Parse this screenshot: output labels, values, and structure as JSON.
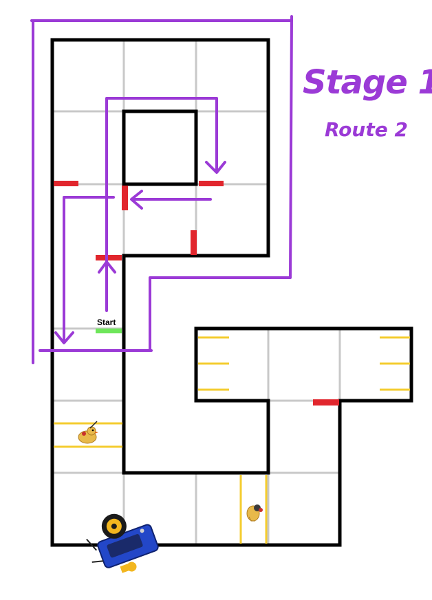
{
  "labels": {
    "stage": "Stage 1",
    "route": "Route 2",
    "start": "Start"
  },
  "colors": {
    "wall": "#000000",
    "grid": "#c8c8c8",
    "route": "#9b3ad6",
    "barrier": "#e1262d",
    "start_marker": "#6ee65a",
    "parking_line": "#f4cc2f",
    "duck_body": "#e8b94a",
    "robot_body": "#2347c8",
    "robot_wheel": "#f2b61f"
  },
  "icons": {
    "robot": "robot-car-icon",
    "duck": "rubber-duck-icon"
  }
}
